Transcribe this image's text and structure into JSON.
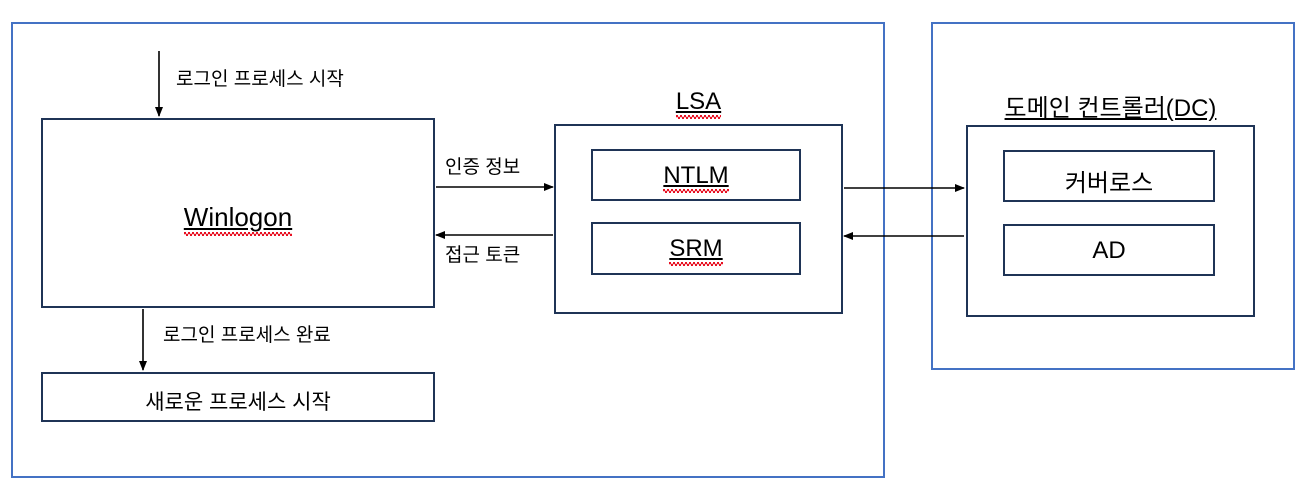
{
  "diagram": {
    "title_context": "Windows 로그인 인증 흐름도",
    "panels": [
      {
        "id": "client",
        "name": "client-panel",
        "label": ""
      },
      {
        "id": "dc",
        "name": "domain-controller-panel",
        "label": ""
      }
    ],
    "boxes": {
      "winlogon": {
        "label": "Winlogon",
        "spellcheck_flagged": true,
        "underlined": true
      },
      "new_process": {
        "label": "새로운 프로세스 시작",
        "spellcheck_flagged": false,
        "underlined": false
      },
      "lsa_container": {
        "label": "LSA",
        "spellcheck_flagged": true,
        "underlined": true
      },
      "ntlm": {
        "label": "NTLM",
        "spellcheck_flagged": true,
        "underlined": true
      },
      "srm": {
        "label": "SRM",
        "spellcheck_flagged": true,
        "underlined": true
      },
      "dc_container": {
        "label": "도메인 컨트롤러(DC)",
        "spellcheck_flagged": false,
        "underlined": true
      },
      "kerberos": {
        "label": "커버로스",
        "spellcheck_flagged": false,
        "underlined": false
      },
      "ad": {
        "label": "AD",
        "spellcheck_flagged": false,
        "underlined": false
      }
    },
    "arrow_labels": {
      "login_start": "로그인 프로세스 시작",
      "login_complete": "로그인 프로세스 완료",
      "auth_info": "인증 정보",
      "access_token": "접근 토큰"
    },
    "colors": {
      "panel_border": "#4472C4",
      "box_border": "#1F3456",
      "arrow": "#000000",
      "spellcheck": "#e81123",
      "text": "#000000",
      "background": "#ffffff"
    }
  }
}
